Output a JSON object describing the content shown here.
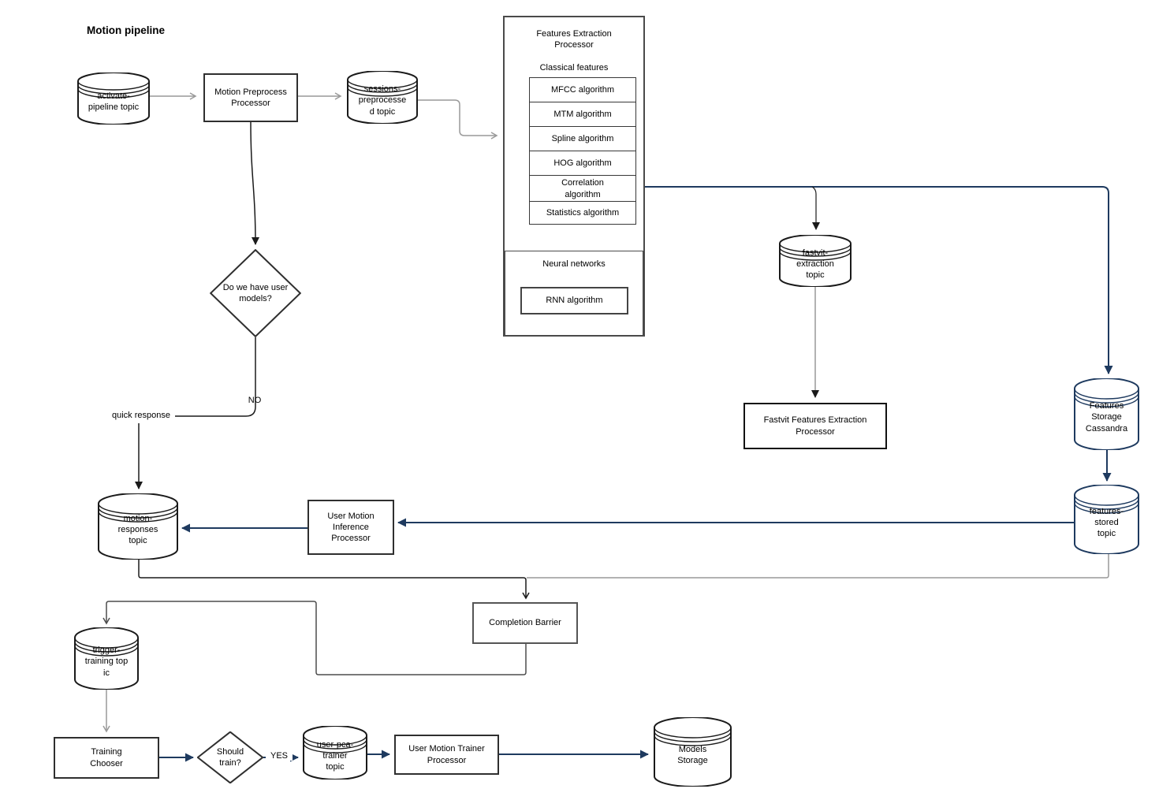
{
  "diagram": {
    "title": "Motion pipeline",
    "edge_labels": {
      "no": "NO",
      "yes": "YES",
      "quick_response": "quick response"
    },
    "nodes": {
      "activate_pipeline_topic": "activate-\npipeline topic",
      "motion_preprocess_processor": "Motion Preprocess\nProcessor",
      "sessions_preprocessed_topic": "sessions-\npreprocesse\nd topic",
      "decision_user_models": "Do we have user\nmodels?",
      "features_extraction": {
        "title": "Features Extraction\nProcessor",
        "classical_label": "Classical features",
        "algorithms": [
          "MFCC algorithm",
          "MTM algorithm",
          "Spline algorithm",
          "HOG algorithm",
          "Correlation\nalgorithm",
          "Statistics algorithm"
        ],
        "neural_label": "Neural networks",
        "rnn": "RNN algorithm"
      },
      "fastvit_extraction_topic": "fastvit-\nextraction\ntopic",
      "fastvit_processor": "Fastvit Features Extraction\nProcessor",
      "features_storage_cassandra": "Features\nStorage\nCassandra",
      "features_stored_topic": "features-\nstored\ntopic",
      "user_motion_inference_processor": "User Motion\nInference\nProcessor",
      "motion_responses_topic": "motion-\nresponses\ntopic",
      "completion_barrier": "Completion Barrier",
      "trigger_training_topic": "trigger-\ntraining top\nic",
      "training_chooser": "Training\nChooser",
      "decision_should_train": "Should\ntrain?",
      "user_pca_trainer_topic": "user-pca-\ntrainer\ntopic",
      "user_motion_trainer_processor": "User Motion Trainer\nProcessor",
      "models_storage": "Models\nStorage"
    },
    "colors": {
      "navy": "#1e3a5f",
      "gray": "#999999",
      "black": "#1a1a1a",
      "dark": "#4d4d4d"
    }
  }
}
